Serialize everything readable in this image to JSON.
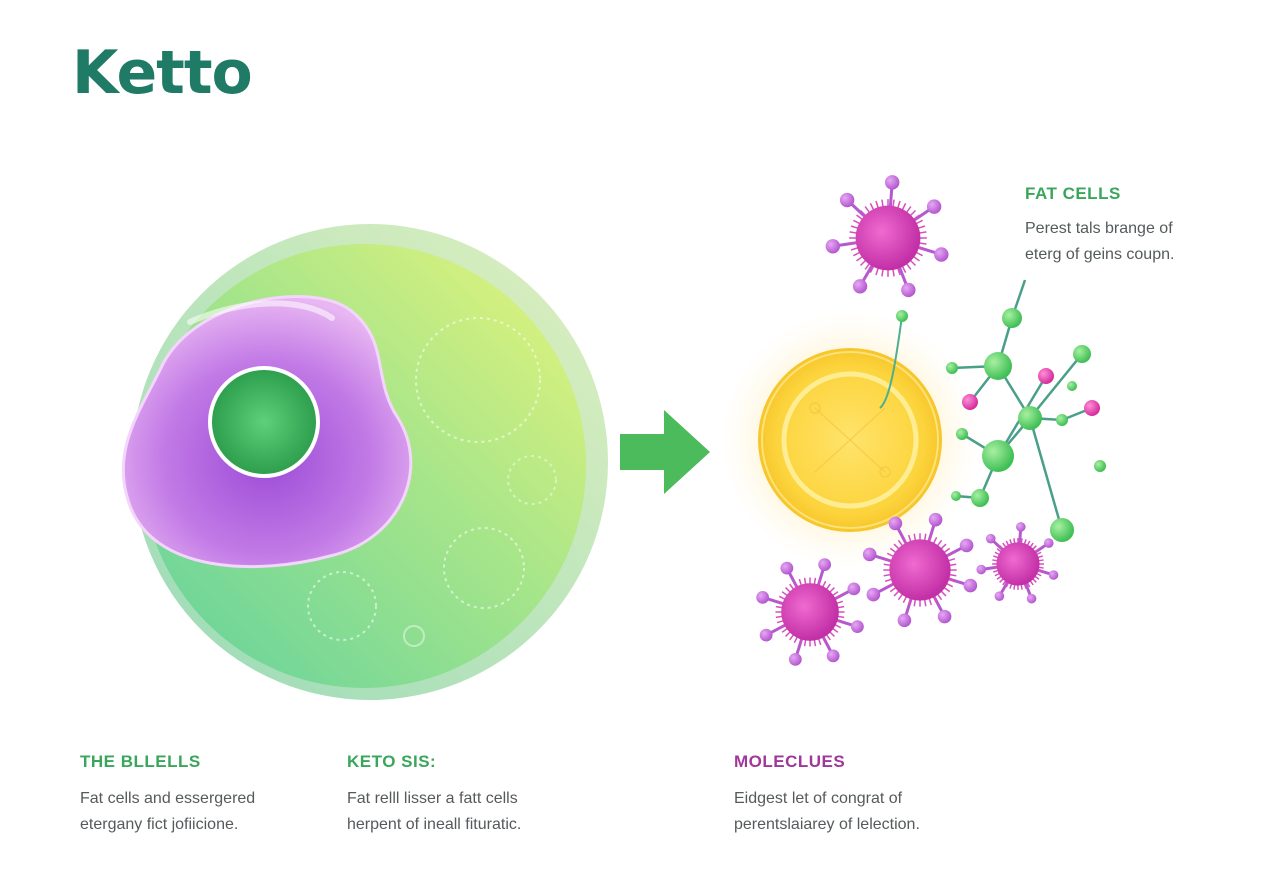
{
  "brand": {
    "logo_text": "Ketto"
  },
  "colors": {
    "brand_teal": "#1f7a66",
    "label_green": "#3aa65b",
    "label_magenta": "#a0379a",
    "arrow_green": "#4cbb5c",
    "body_gray": "#555a5c"
  },
  "callout": {
    "title": "FAT CELLS",
    "lines": [
      "Perest tals brange of",
      "eterg of geins coupn."
    ]
  },
  "captions": [
    {
      "title": "THE BLLELLS",
      "lines": [
        "Fat cells and essergered",
        "etergany fict jofiicione."
      ]
    },
    {
      "title": "KETO SIS:",
      "lines": [
        "Fat relll lisser a fatt cells",
        "herpent of ineall fituratic."
      ]
    },
    {
      "title": "MOLECLUES",
      "lines": [
        "Eidgest let of congrat of",
        "perentslaiarey of lelection."
      ]
    }
  ],
  "icons": [
    "fat-cell-icon",
    "nucleus-icon",
    "arrow-right-icon",
    "glowing-energy-sun-icon",
    "virus-molecule-icon",
    "green-molecule-chain-icon"
  ]
}
